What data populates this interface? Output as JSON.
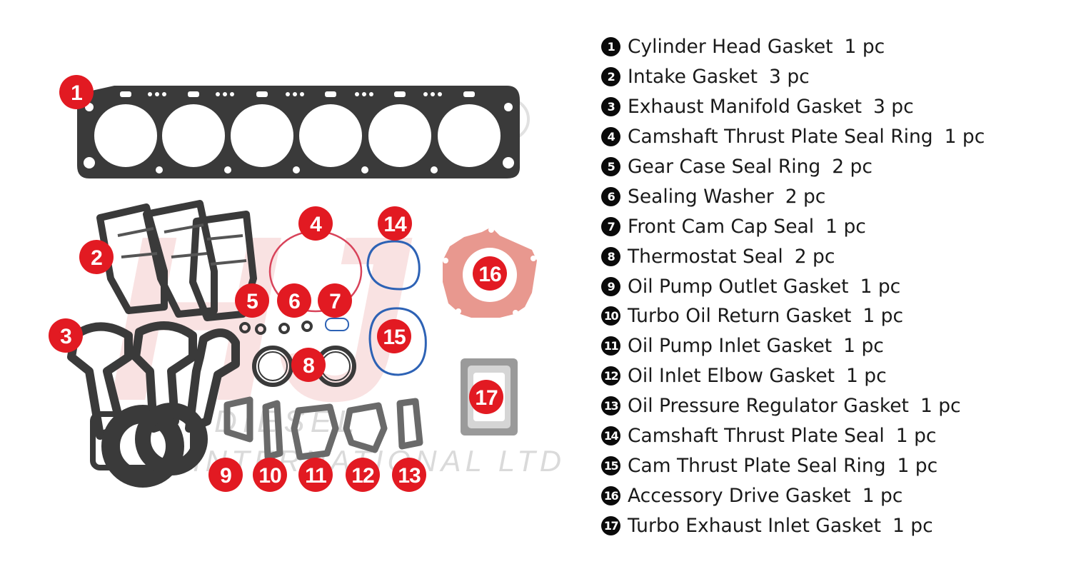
{
  "watermark": {
    "logo_letters": "HJ",
    "text_line1": "DIESEL",
    "text_line2": "INTERNATIONAL LTD",
    "registered_mark": "®"
  },
  "colors": {
    "callout": "#e21a22",
    "gasket": "#3b3b3b",
    "gasket_light": "#8a8a8a",
    "red_seal": "#d8435a",
    "blue_seal": "#2d62b5",
    "pink_gasket": "#e8988f",
    "watermark": "#d9d9d9",
    "watermark_red": "#f3b5b5"
  },
  "callouts": [
    "1",
    "2",
    "3",
    "4",
    "5",
    "6",
    "7",
    "8",
    "9",
    "10",
    "11",
    "12",
    "13",
    "14",
    "15",
    "16",
    "17"
  ],
  "parts": [
    {
      "number": "1",
      "name": "Cylinder Head Gasket",
      "qty": "1 pc"
    },
    {
      "number": "2",
      "name": "Intake Gasket",
      "qty": "3 pc"
    },
    {
      "number": "3",
      "name": "Exhaust Manifold Gasket",
      "qty": "3 pc"
    },
    {
      "number": "4",
      "name": "Camshaft Thrust Plate Seal Ring",
      "qty": "1 pc"
    },
    {
      "number": "5",
      "name": "Gear Case Seal Ring",
      "qty": "2 pc"
    },
    {
      "number": "6",
      "name": "Sealing Washer",
      "qty": "2 pc"
    },
    {
      "number": "7",
      "name": "Front Cam Cap Seal",
      "qty": "1 pc"
    },
    {
      "number": "8",
      "name": "Thermostat Seal",
      "qty": "2 pc"
    },
    {
      "number": "9",
      "name": "Oil Pump Outlet Gasket",
      "qty": "1 pc"
    },
    {
      "number": "10",
      "name": "Turbo Oil Return Gasket",
      "qty": "1 pc"
    },
    {
      "number": "11",
      "name": "Oil Pump Inlet Gasket",
      "qty": "1 pc"
    },
    {
      "number": "12",
      "name": "Oil Inlet Elbow Gasket",
      "qty": "1 pc"
    },
    {
      "number": "13",
      "name": "Oil Pressure Regulator Gasket",
      "qty": "1 pc"
    },
    {
      "number": "14",
      "name": "Camshaft Thrust Plate Seal",
      "qty": "1 pc"
    },
    {
      "number": "15",
      "name": "Cam Thrust Plate Seal Ring",
      "qty": "1 pc"
    },
    {
      "number": "16",
      "name": "Accessory Drive Gasket",
      "qty": "1 pc"
    },
    {
      "number": "17",
      "name": "Turbo Exhaust Inlet Gasket",
      "qty": "1 pc"
    }
  ]
}
